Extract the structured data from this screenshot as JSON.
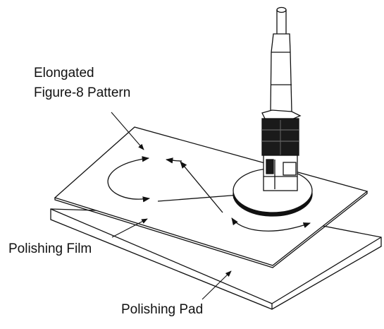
{
  "labels": {
    "pattern_line1": "Elongated",
    "pattern_line2": "Figure-8 Pattern",
    "film": "Polishing Film",
    "pad": "Polishing Pad"
  },
  "colors": {
    "stroke": "#111111",
    "background": "#ffffff",
    "connector_light": "#ffffff",
    "connector_dark": "#1a1a1a"
  }
}
